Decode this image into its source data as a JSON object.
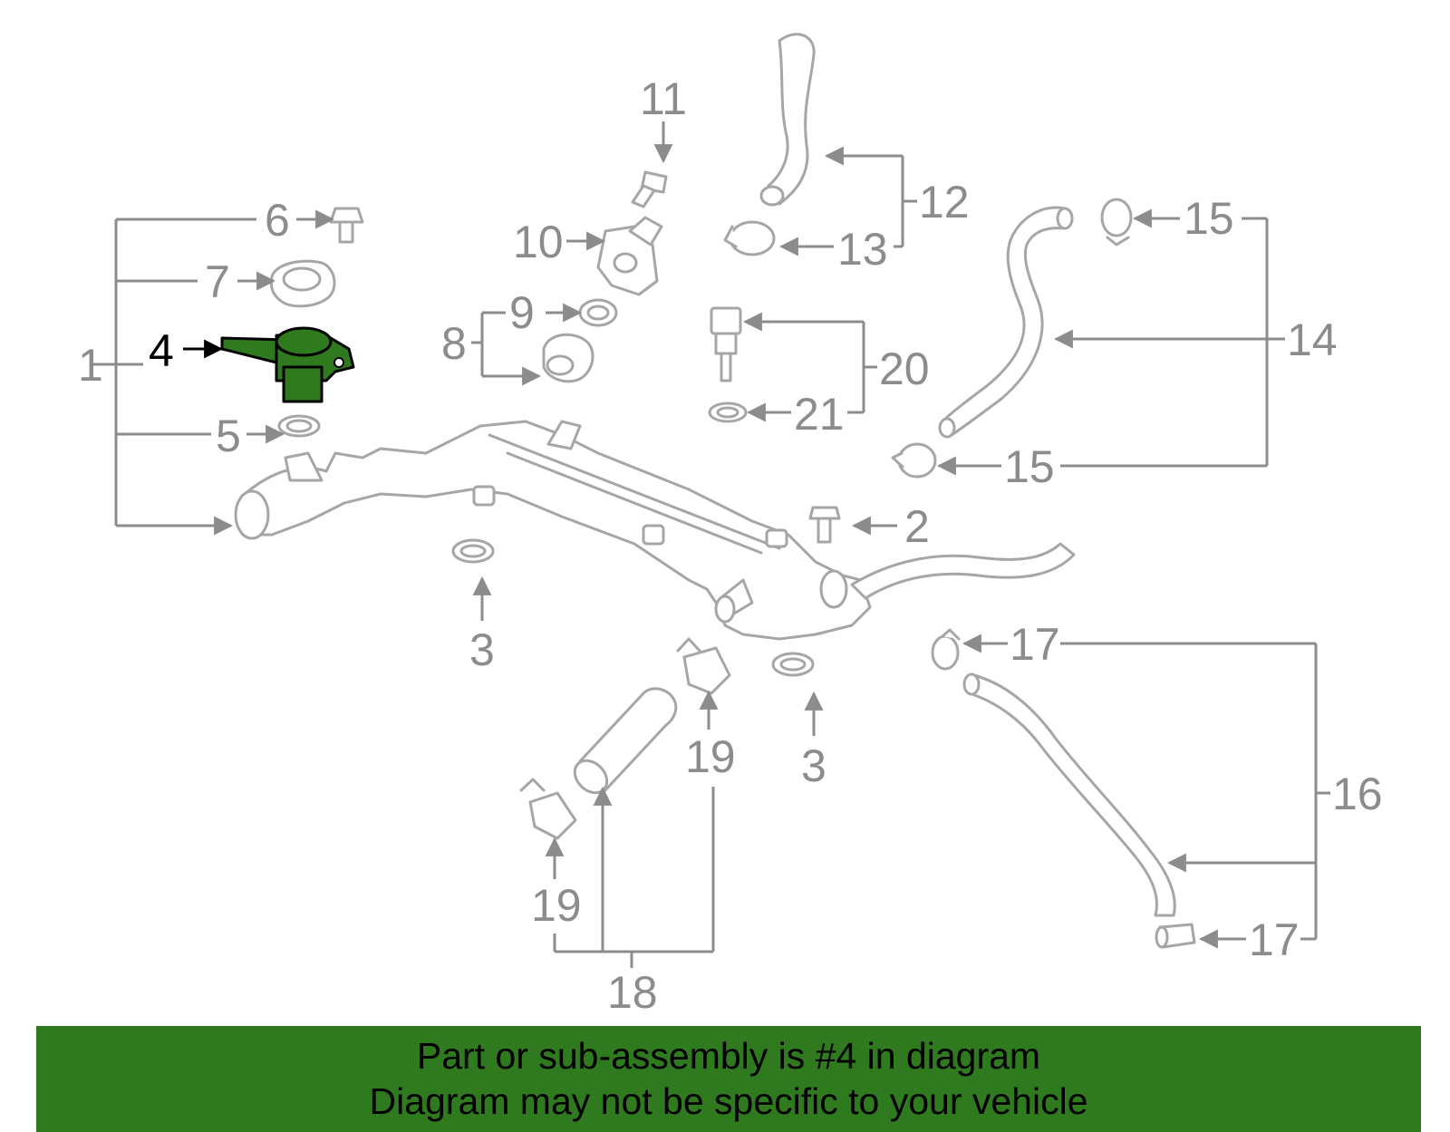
{
  "diagram": {
    "highlight_color": "#2f7a1f",
    "line_color": "#8c8c8c",
    "callouts": [
      {
        "id": "c1",
        "text": "1"
      },
      {
        "id": "c2",
        "text": "2"
      },
      {
        "id": "c3a",
        "text": "3"
      },
      {
        "id": "c3b",
        "text": "3"
      },
      {
        "id": "c4",
        "text": "4",
        "highlighted": true
      },
      {
        "id": "c5",
        "text": "5"
      },
      {
        "id": "c6",
        "text": "6"
      },
      {
        "id": "c7",
        "text": "7"
      },
      {
        "id": "c8",
        "text": "8"
      },
      {
        "id": "c9",
        "text": "9"
      },
      {
        "id": "c10",
        "text": "10"
      },
      {
        "id": "c11",
        "text": "11"
      },
      {
        "id": "c12",
        "text": "12"
      },
      {
        "id": "c13",
        "text": "13"
      },
      {
        "id": "c14",
        "text": "14"
      },
      {
        "id": "c15a",
        "text": "15"
      },
      {
        "id": "c15b",
        "text": "15"
      },
      {
        "id": "c16",
        "text": "16"
      },
      {
        "id": "c17a",
        "text": "17"
      },
      {
        "id": "c17b",
        "text": "17"
      },
      {
        "id": "c18",
        "text": "18"
      },
      {
        "id": "c19a",
        "text": "19"
      },
      {
        "id": "c19b",
        "text": "19"
      },
      {
        "id": "c20",
        "text": "20"
      },
      {
        "id": "c21",
        "text": "21"
      }
    ]
  },
  "banner": {
    "background": "#2f7a1f",
    "line1": "Part or sub-assembly is #4 in diagram",
    "line2": "Diagram may not be specific to your vehicle"
  }
}
